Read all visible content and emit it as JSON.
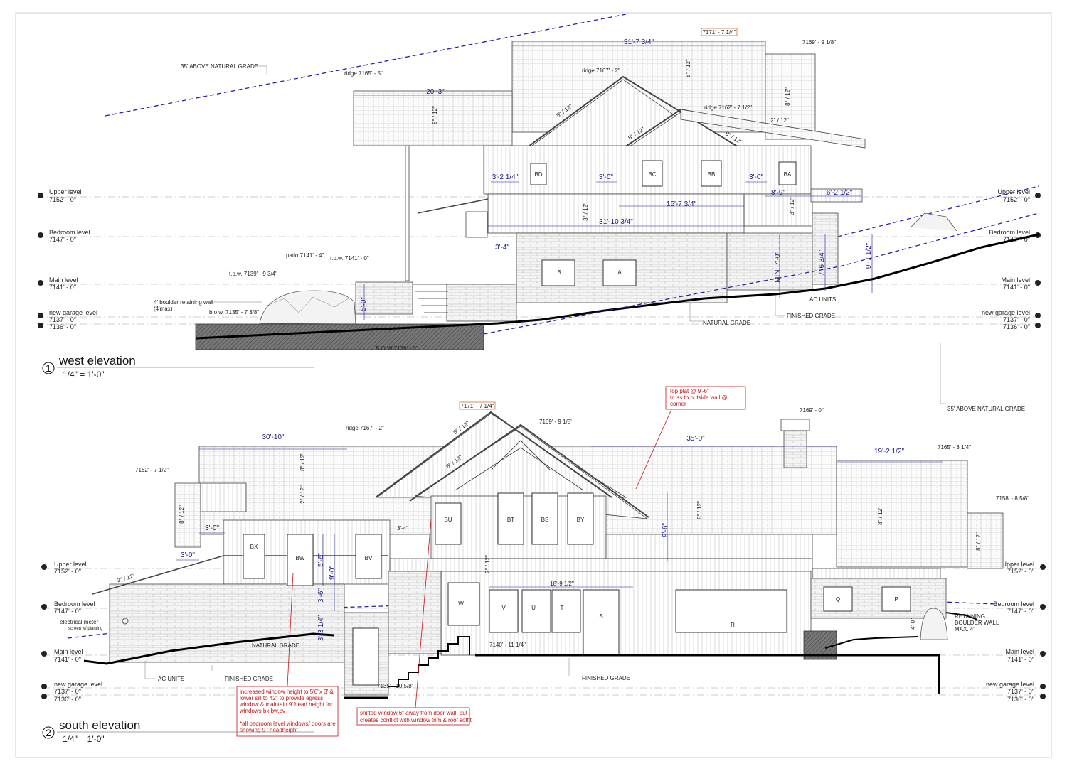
{
  "sheet": {
    "height_limit_note": "35' ABOVE NATURAL GRADE",
    "height_limit_note_2": "35' ABOVE NATURAL GRADE"
  },
  "west": {
    "number": "1",
    "title": "west elevation",
    "scale": "1/4\" = 1'-0\"",
    "levels_left": [
      {
        "name": "Upper level",
        "elev": "7152' - 0\""
      },
      {
        "name": "Bedroom level",
        "elev": "7147' - 0\""
      },
      {
        "name": "Main level",
        "elev": "7141' - 0\""
      },
      {
        "name": "new garage level",
        "elev": "7137' - 0\"",
        "elev2": "7136' - 0\""
      }
    ],
    "levels_right": [
      {
        "name": "Upper level",
        "elev": "7152' - 0\""
      },
      {
        "name": "Bedroom level",
        "elev": "7147' - 0\""
      },
      {
        "name": "Main level",
        "elev": "7141' - 0\""
      },
      {
        "name": "new garage level",
        "elev": "7137' - 0\"",
        "elev2": "7136' - 0\""
      }
    ],
    "top_elev": "7171' - 7 1/4\"",
    "notes": {
      "ridge1": "ridge 7165' - 5\"",
      "ridge2": "ridge 7167' - 2\"",
      "ridge3": "ridge 7162' - 7 1/2\"",
      "elev_right": "7169' - 9 1/8\"",
      "patio": "patio 7141' - 4\"",
      "tow1": "t.o.w. 7141' - 0\"",
      "tow2": "t.o.w. 7139' - 9 3/4\"",
      "bow": "b.o.w. 7135' - 7 3/8\"",
      "wall1": "4' boulder retaining wall",
      "wall2": "(4'max)",
      "bow2": "B.O.W 7136' - 0\"",
      "natural": "NATURAL GRADE",
      "finished": "FINISHED GRADE",
      "ac": "AC UNITS"
    },
    "dims": {
      "d1": "31'-7 3/4\"",
      "d2": "20'-3\"",
      "d3": "3'-2 1/4\"",
      "d4": "3'-0\"",
      "d5": "3'-0\"",
      "d6": "8'-9\"",
      "d7": "6'-2 1/2\"",
      "d8": "15'-7 3/4\"",
      "d9": "31'-10 3/4\"",
      "d10": "3'-4\"",
      "d11": "5'-0\"",
      "d12": "MIN. 7'-0\"",
      "d13": "7'-6 3/4\"",
      "d14": "9'-7 1/2\""
    },
    "pitches": {
      "p1": "8\" / 12\"",
      "p2": "8\" / 12\"",
      "p3": "8\" / 12\"",
      "p4": "8\" / 12\"",
      "p5": "8\" / 12\"",
      "p6": "8\" / 12\"",
      "p7": "2\" / 12\"",
      "p8": "3\" / 12\"",
      "p9": "3\" / 12\""
    },
    "windows": [
      "BD",
      "BC",
      "BB",
      "BA",
      "B",
      "A"
    ]
  },
  "south": {
    "number": "2",
    "title": "south elevation",
    "scale": "1/4\" = 1'-0\"",
    "levels_left": [
      {
        "name": "Upper level",
        "elev": "7152' - 0\""
      },
      {
        "name": "Bedroom level",
        "elev": "7147' - 0\""
      },
      {
        "name": "Main level",
        "elev": "7141' - 0\""
      },
      {
        "name": "new garage level",
        "elev": "7137' - 0\"",
        "elev2": "7136' - 0\""
      }
    ],
    "levels_right": [
      {
        "name": "Upper level",
        "elev": "7152' - 0\""
      },
      {
        "name": "Bedroom level",
        "elev": "7147' - 0\""
      },
      {
        "name": "Main level",
        "elev": "7141' - 0\""
      },
      {
        "name": "new garage level",
        "elev": "7137' - 0\"",
        "elev2": "7136' - 0\""
      }
    ],
    "top_elev": "7171' - 7 1/4\"",
    "notes": {
      "ridge": "ridge 7167' - 2\"",
      "e1": "7169' - 9 1/8'",
      "e2": "7169' - 0\"",
      "e3": "7165' - 3 1/4\"",
      "e4": "7162' - 7 1/2\"",
      "e5": "7158' - 8 5/8\"",
      "e6": "7140' - 11 1/4\"",
      "e7": "7135' - 10 5/8\"",
      "meter1": "electrical meter",
      "meter2": "screen w/ planting",
      "natural": "NATURAL GRADE",
      "finished1": "FINISHED GRADE",
      "finished2": "FINISHED GRADE",
      "ac": "AC UNITS",
      "boulder1": "RETAINING",
      "boulder2": "BOULDER WALL",
      "boulder3": "MAX. 4'"
    },
    "redline_notes": {
      "top_plat_1": "top plat @ 9'-6\"",
      "top_plat_2": "truss to outside wall @",
      "top_plat_3": "corner",
      "egress_1": "increased window height to 5'6\"x 3' &",
      "egress_2": "lower sill to 42\" to provide egress",
      "egress_3": "window & maintain 9' head height for",
      "egress_4": "windows bx,bw,bv",
      "egress_5": "*all bedroom level windows/ doors are",
      "egress_6": "showing 9 ' headheight",
      "shift_1": "shifted window 6\" away from door wall, but",
      "shift_2": "creates conflict with window trim & roof soffit"
    },
    "dims": {
      "d1": "30'-10\"",
      "d2": "35'-0\"",
      "d3": "19'-2 1/2\"",
      "d4": "3'-0\"",
      "d5": "3'-0\"",
      "d6": "3'-4\"",
      "d7": "5'-6\"",
      "d8": "9'-0\"",
      "d9": "3'-6\"",
      "d10": "3'-3 1/4\"",
      "d11": "9'-6\"",
      "d12": "18'-9 1/2\"",
      "d13": "4'-0\""
    },
    "pitches": {
      "p1": "8\" / 12\"",
      "p2": "8\" / 12\"",
      "p3": "8\" / 12\"",
      "p4": "2\" / 12\"",
      "p5": "8\" / 12\"",
      "p6": "3\" / 12\"",
      "p7": "8\" / 12\"",
      "p8": "8\" / 12\"",
      "p9": "8\" / 12\"",
      "p10": "2\" / 12\""
    },
    "windows": [
      "BX",
      "BW",
      "BV",
      "BU",
      "BT",
      "BS",
      "BY",
      "W",
      "V",
      "U",
      "T",
      "S",
      "R",
      "Q",
      "P"
    ]
  }
}
